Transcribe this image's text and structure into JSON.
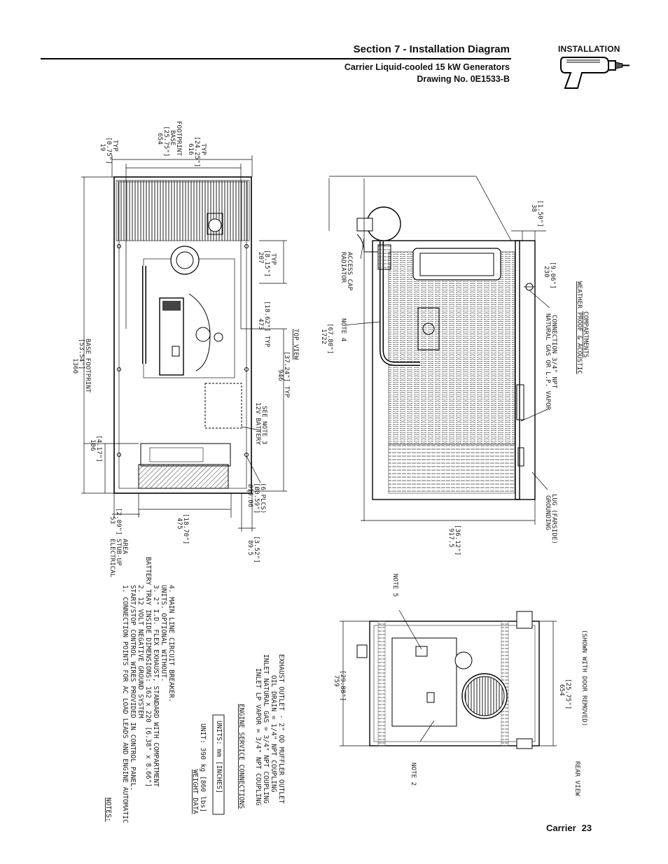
{
  "header": {
    "section_title": "Section 7 - Installation Diagram",
    "subtitle_line1": "Carrier Liquid-cooled 15 kW Generators",
    "subtitle_line2": "Drawing No. 0E1533-B",
    "badge": "INSTALLATION",
    "badge_icon": "drill-icon"
  },
  "top_view": {
    "label": "TOP VIEW",
    "dims": {
      "d19": "19",
      "d19_in": "[0.75\"]",
      "d19_typ": "TYP",
      "d654": "654",
      "d654_in": "[25.75\"]",
      "d654_base": "BASE",
      "d654_fp": "FOOTPRINT",
      "d616": "616",
      "d616_in": "[24.25\"]",
      "d616_typ": "TYP",
      "d1360": "1360",
      "d1360_in": "[53.54\"]",
      "d1360_fp": "BASE FOOTPRINT",
      "d207": "207",
      "d207_in": "[8.15\"]",
      "d207_typ": "TYP",
      "d473": "473",
      "d473_in": "[18.62\"] TYP",
      "d946": "946",
      "d946_in": "[37.24\"] TYP",
      "d106": "106",
      "d106_in": "[4.17\"]",
      "d53": "53",
      "d53_in": "[2.09\"]",
      "d475": "475",
      "d475_in": "[18.70\"]",
      "d895": "89.5",
      "d895_in": "[3.52\"]",
      "hole": "Ø15.06",
      "hole_in": "[Ø0.59\"]",
      "hole_n": "(6 PLCS)",
      "battery1": "12V BATTERY",
      "battery2": "SEE NOTE 3",
      "elec1": "ELECTRICAL",
      "elec2": "STUB-UP",
      "elec3": "AREA"
    }
  },
  "side_view": {
    "d38": "38",
    "d38_in": "[1.50\"]",
    "d230": "230",
    "d230_in": "[9.06\"]",
    "d1722": "1722",
    "d1722_in": "[67.80\"]",
    "d9175": "917.5",
    "d9175_in": "[36.12\"]",
    "radiator1": "RADIATOR",
    "radiator2": "ACCESS CAP",
    "note4": "NOTE 4",
    "gas1": "NATURAL GAS OR L.P. VAPOR",
    "gas2": "CONNECTION 3/4\" NPT",
    "weather1": "WEATHER PROOF & ACOUSTIC",
    "weather2": "COMPARTMENTS",
    "ground1": "GROUNDING",
    "ground2": "LUG (FARSIDE)"
  },
  "rear_view": {
    "note5": "NOTE 5",
    "note2": "NOTE 2",
    "d759": "759",
    "d759_in": "[29.88\"]",
    "d654": "654",
    "d654_in": "[25.75\"]",
    "label1": "REAR VIEW",
    "label2": "(SHOWN WITH DOOR REMOVED)"
  },
  "notes": {
    "title": "NOTES:",
    "lines": [
      "1. CONNECTION POINTS FOR AC LOAD LEADS AND ENGINE AUTOMATIC",
      "   START/STOP CONTROL WIRES PROVIDED IN CONTROL PANEL.",
      "2. 12 VOLT NEGATIVE GROUND SYSTEM",
      "   BATTERY TRAY INSIDE DIMENSIONS: 162 x 220 [6.38\" x 8.66\"]",
      "3. 2\" I.D. FLEX EXHAUST, STANDARD WITH COMPARTMENT",
      "   UNITS. OPTIONAL WITHOUT.",
      "4. MAIN LINE CIRCUIT BREAKER."
    ],
    "weight_title": "WEIGHT DATA",
    "weight_value": "UNIT: 390 kg [860 lbs]",
    "units": "UNITS: mm [INCHES]",
    "service_title": "ENGINE SERVICE CONNECTIONS",
    "service_lines": [
      "INLET LP VAPOR = 3/4\" NPT COUPLING",
      "INLET NATURAL GAS = 3/4\" NPT COUPLING",
      "OIL DRAIN = 1/4\" NPT COUPLING",
      "EXHAUST OUTLET - 2\" OD MUFFLER OUTLET"
    ]
  },
  "footer": {
    "brand": "Carrier",
    "page": "23"
  }
}
